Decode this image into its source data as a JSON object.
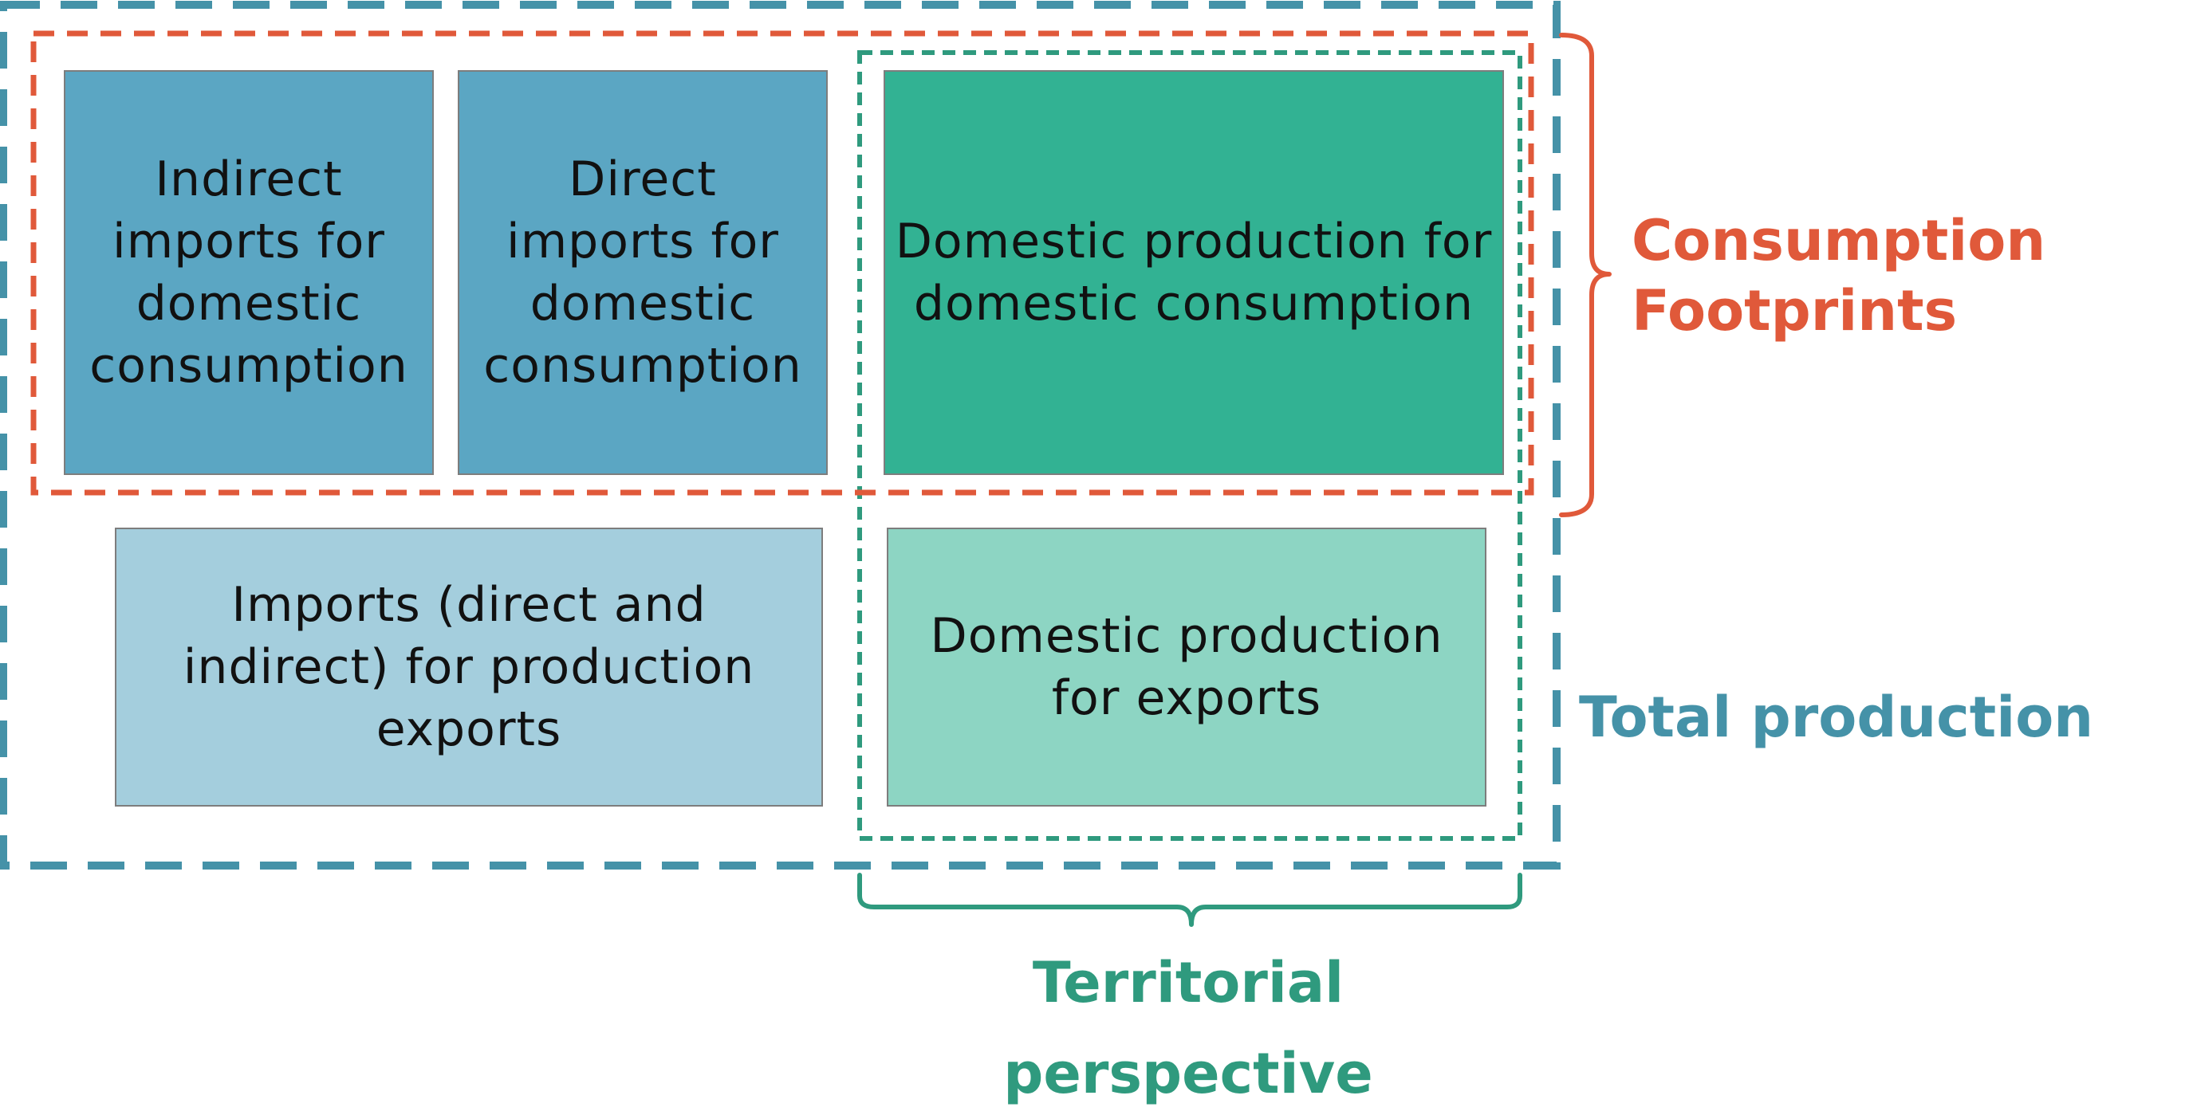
{
  "boxes": {
    "indirect_imports": "Indirect imports for domestic consumption",
    "direct_imports": "Direct imports for domestic consumption",
    "domestic_for_consumption": "Domestic production for domestic consumption",
    "imports_for_exports": "Imports (direct and indirect) for production exports",
    "domestic_for_exports": "Domestic production for exports"
  },
  "labels": {
    "consumption": "Consumption Footprints",
    "total": "Total production",
    "territorial": "Territorial perspective"
  },
  "colors": {
    "total_frame": "#4592a8",
    "consumption_frame": "#e0593a",
    "territorial_frame": "#2f9a7e",
    "box_imports_dark": "#5ba6c3",
    "box_domestic_dark": "#32b293",
    "box_imports_light": "#a4cedd",
    "box_domestic_light": "#8dd5c3"
  }
}
